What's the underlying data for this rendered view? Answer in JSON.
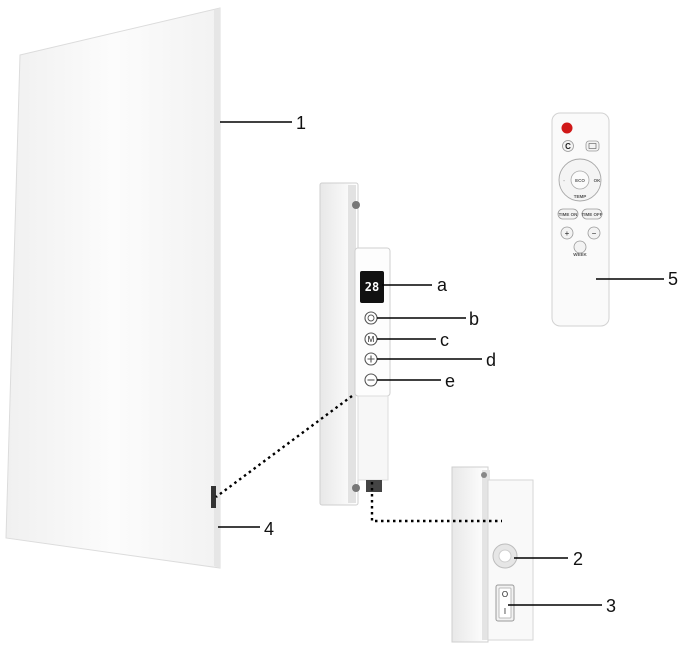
{
  "callouts": {
    "n1": "1",
    "n2": "2",
    "n3": "3",
    "n4": "4",
    "n5": "5",
    "a": "a",
    "b": "b",
    "c": "c",
    "d": "d",
    "e": "e"
  },
  "display": {
    "value": "28"
  },
  "control_icons": {
    "b": "power-icon",
    "c": "mode-icon",
    "d": "plus-icon",
    "e": "minus-icon"
  },
  "control_glyphs": {
    "c": "M"
  },
  "remote": {
    "c_label": "C",
    "set_label": "SET",
    "eco_label": "ECO",
    "ok_label": "OK",
    "temp_label": "TEMP",
    "timeon_label": "TIME ON",
    "timeoff_label": "TIME OFF",
    "plus_label": "+",
    "minus_label": "−",
    "week_label": "WEEK"
  },
  "switch": {
    "on_symbol": "I",
    "off_symbol": "O"
  },
  "colors": {
    "panel": "#fbfbfb",
    "panel_edge": "#d8d8d8",
    "display_bg": "#111111",
    "display_text": "#ffffff",
    "remote_power": "#d01818",
    "line": "#000000"
  }
}
